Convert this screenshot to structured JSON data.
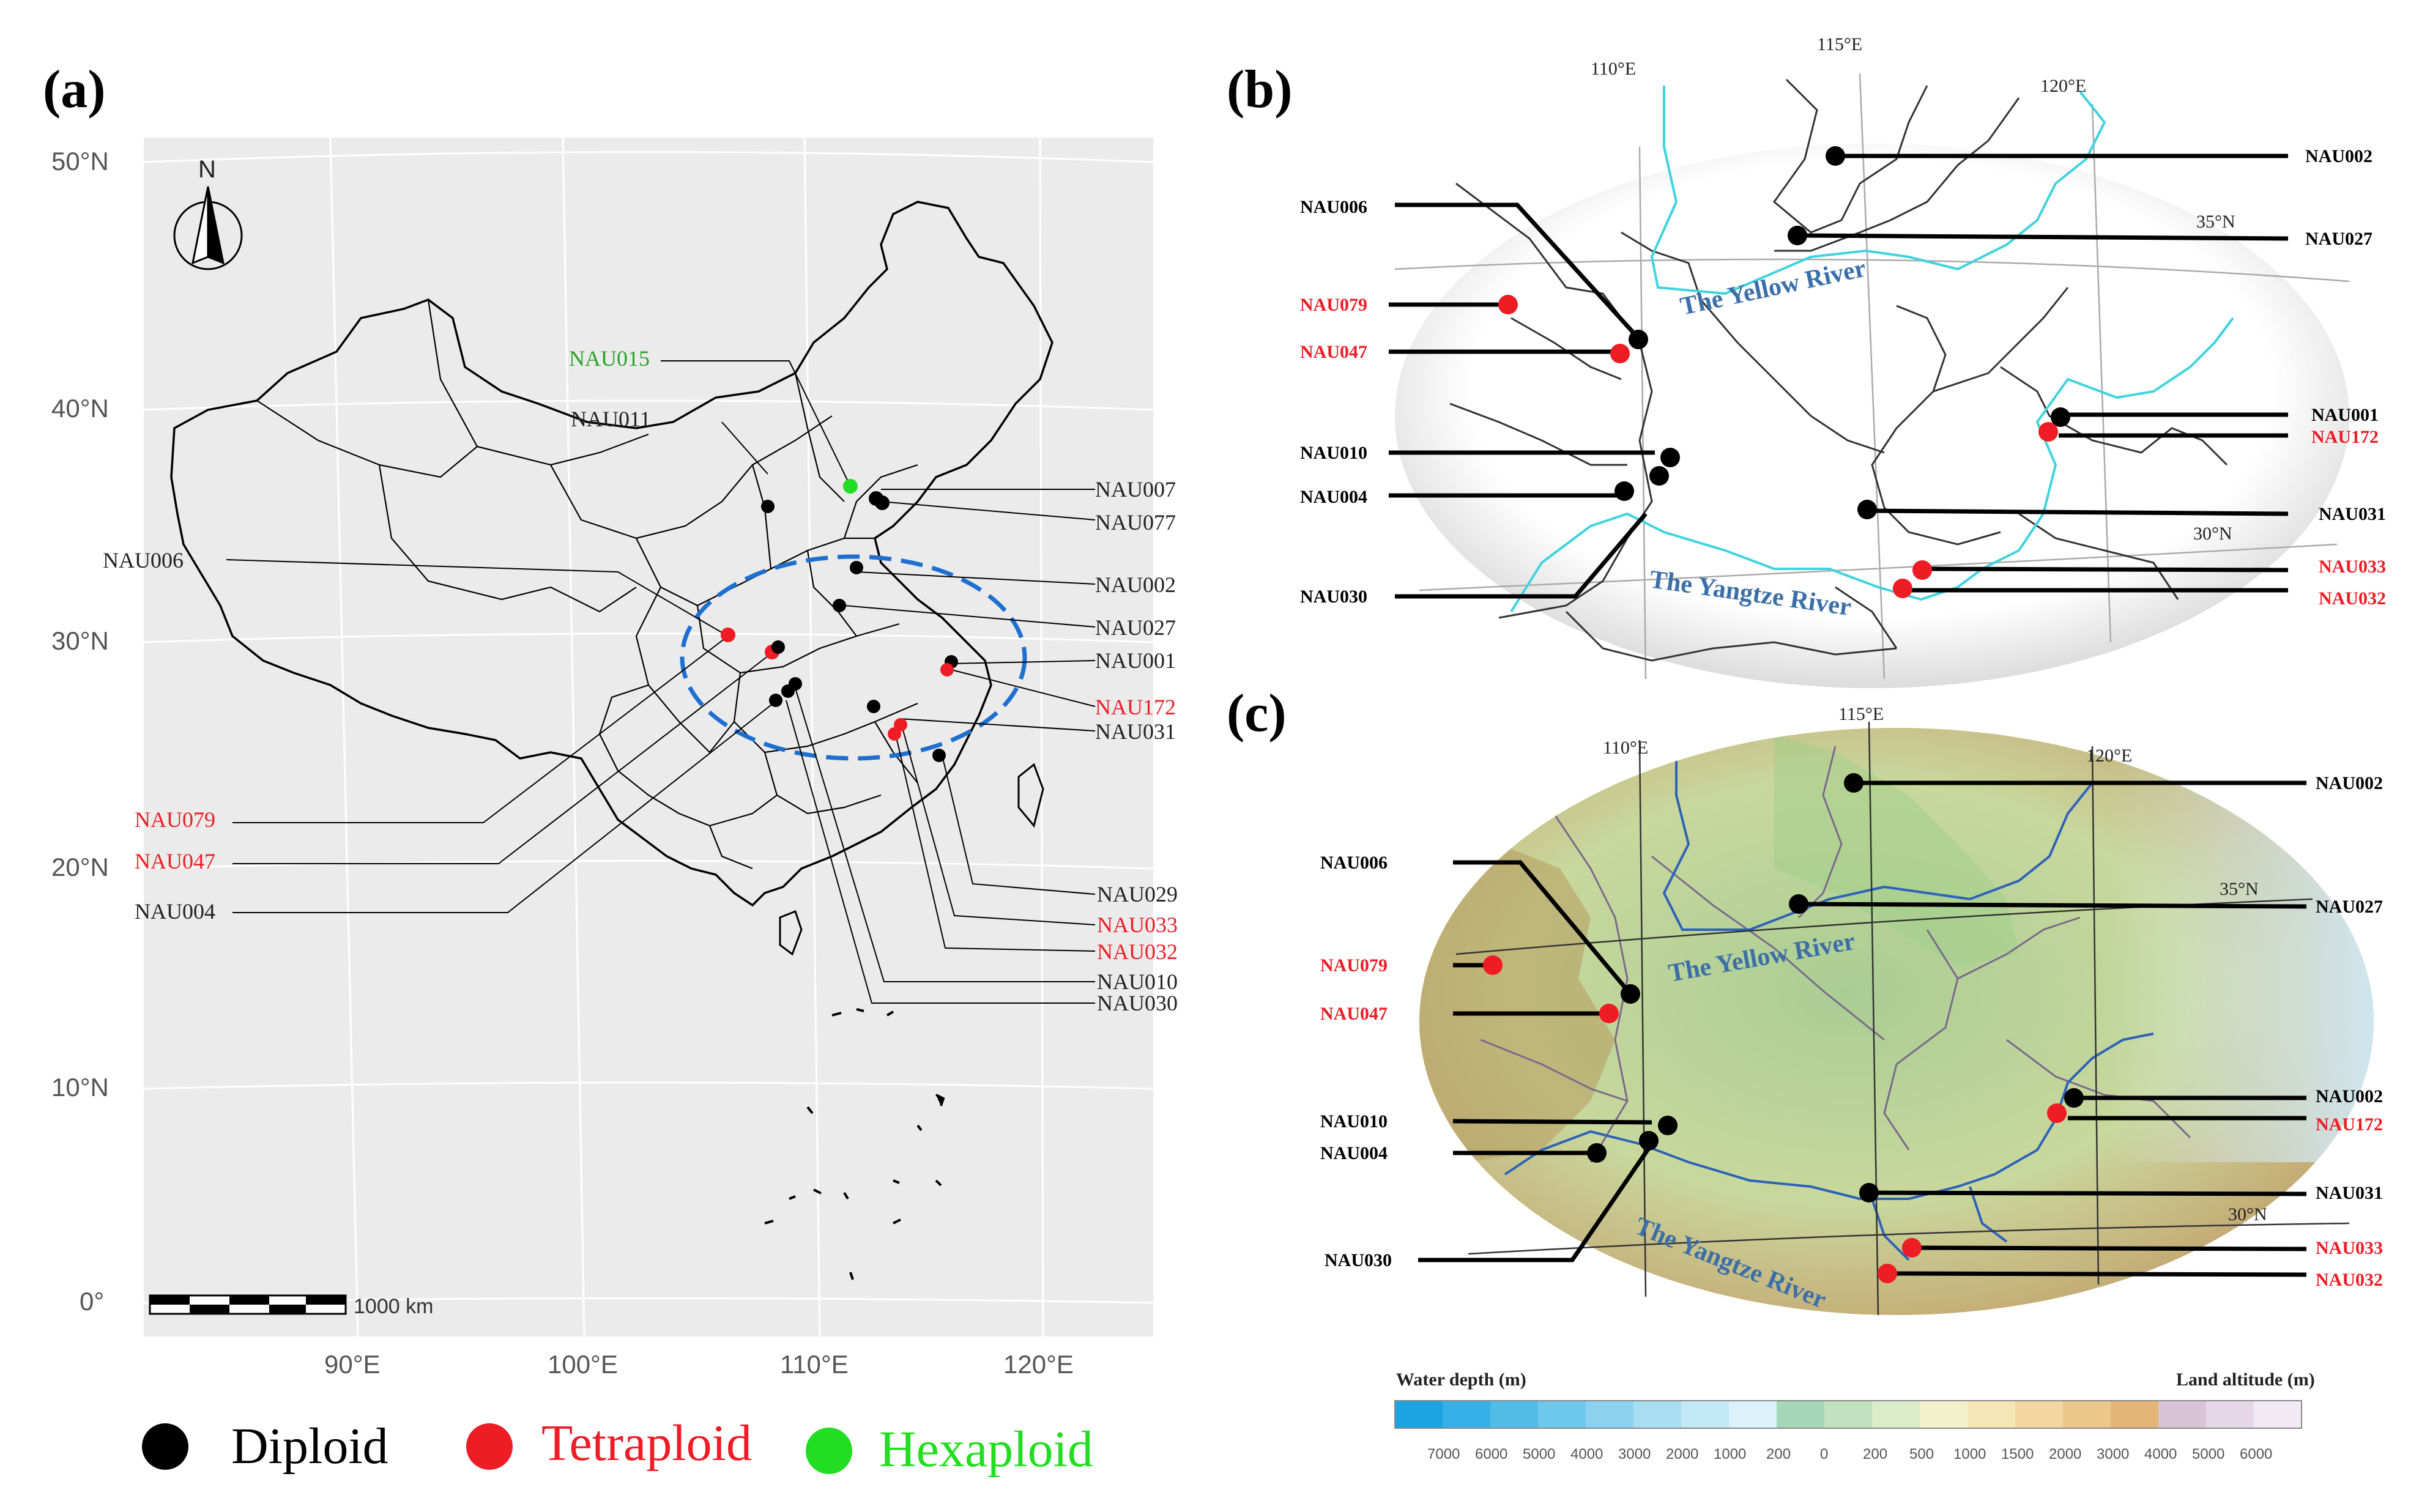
{
  "panels": {
    "a": {
      "label": "(a)"
    },
    "b": {
      "label": "(b)"
    },
    "c": {
      "label": "(c)"
    }
  },
  "map_a": {
    "north": "N",
    "lat_labels": [
      "50°N",
      "40°N",
      "30°N",
      "20°N",
      "10°N",
      "0°"
    ],
    "lon_labels": [
      "90°E",
      "100°E",
      "110°E",
      "120°E"
    ],
    "scalebar": "1000 km"
  },
  "inset": {
    "lon_labels": [
      "110°E",
      "115°E",
      "120°E"
    ],
    "lat_labels": [
      "35°N",
      "30°N"
    ],
    "yellow_river": "The Yellow River",
    "yangtze_river": "The Yangtze River"
  },
  "colors": {
    "diploid": "#000000",
    "tetraploid": "#ee1c25",
    "hexaploid": "#22dd22",
    "river": "#3c6fa8"
  },
  "samples_a": {
    "NAU015": "NAU015",
    "NAU011": "NAU011",
    "NAU007": "NAU007",
    "NAU077": "NAU077",
    "NAU006": "NAU006",
    "NAU002": "NAU002",
    "NAU027": "NAU027",
    "NAU001": "NAU001",
    "NAU172": "NAU172",
    "NAU031": "NAU031",
    "NAU079": "NAU079",
    "NAU047": "NAU047",
    "NAU004": "NAU004",
    "NAU029": "NAU029",
    "NAU033": "NAU033",
    "NAU032": "NAU032",
    "NAU010": "NAU010",
    "NAU030": "NAU030"
  },
  "samples_b": {
    "NAU002": "NAU002",
    "NAU006": "NAU006",
    "NAU027": "NAU027",
    "NAU079": "NAU079",
    "NAU047": "NAU047",
    "NAU001": "NAU001",
    "NAU172": "NAU172",
    "NAU010": "NAU010",
    "NAU004": "NAU004",
    "NAU031": "NAU031",
    "NAU033": "NAU033",
    "NAU030": "NAU030",
    "NAU032": "NAU032"
  },
  "samples_c": {
    "NAU002": "NAU002",
    "NAU006": "NAU006",
    "NAU027": "NAU027",
    "NAU079": "NAU079",
    "NAU047": "NAU047",
    "NAU002b": "NAU002",
    "NAU172": "NAU172",
    "NAU010": "NAU010",
    "NAU004": "NAU004",
    "NAU031": "NAU031",
    "NAU033": "NAU033",
    "NAU030": "NAU030",
    "NAU032": "NAU032"
  },
  "legend": {
    "diploid": "Diploid",
    "tetraploid": "Tetraploid",
    "hexaploid": "Hexaploid"
  },
  "colorbar": {
    "water_title": "Water depth (m)",
    "land_title": "Land altitude (m)",
    "ticks": [
      "7000",
      "6000",
      "5000",
      "4000",
      "3000",
      "2000",
      "1000",
      "200",
      "0",
      "200",
      "500",
      "1000",
      "1500",
      "2000",
      "3000",
      "4000",
      "5000",
      "6000"
    ]
  }
}
